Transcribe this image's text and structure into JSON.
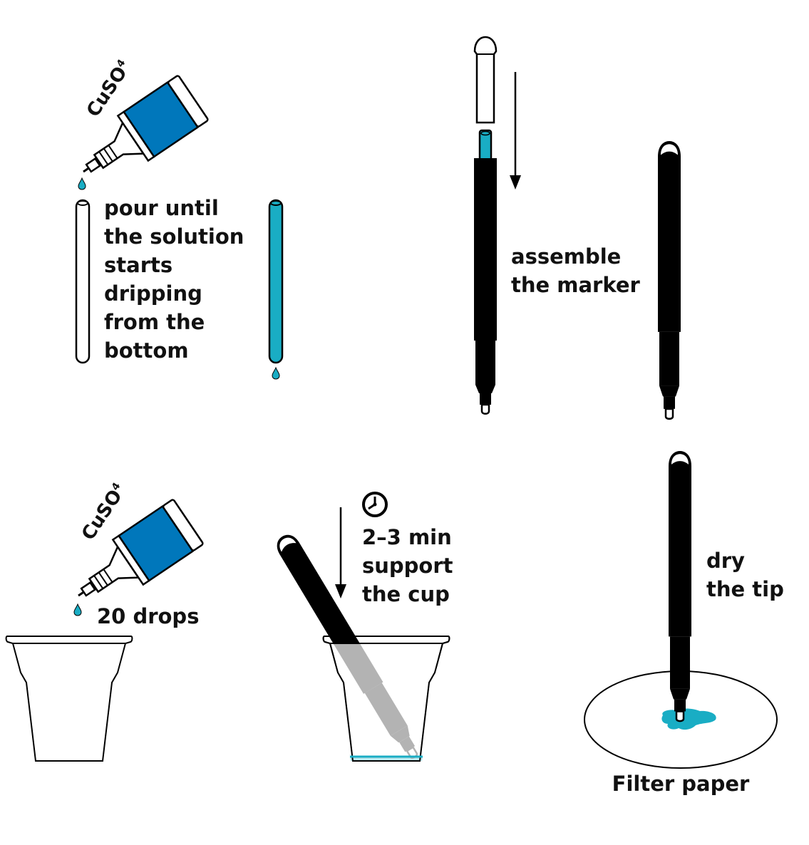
{
  "colors": {
    "solution": "#19adc4",
    "bottle": "#0077bb",
    "ink": "#000000",
    "background": "#ffffff"
  },
  "bottle_label": {
    "formula": "CuSO",
    "subscript": "4"
  },
  "step1": {
    "lines": [
      "pour until",
      "the solution",
      "starts",
      "dripping",
      "from the",
      "bottom"
    ]
  },
  "step2": {
    "lines": [
      "assemble",
      "the marker"
    ]
  },
  "step3": {
    "label": "20 drops"
  },
  "step4": {
    "lines": [
      "2–3 min",
      "support",
      "the cup"
    ],
    "icon": "clock-icon"
  },
  "step5": {
    "lines": [
      "dry",
      "the tip"
    ],
    "caption": "Filter paper"
  }
}
